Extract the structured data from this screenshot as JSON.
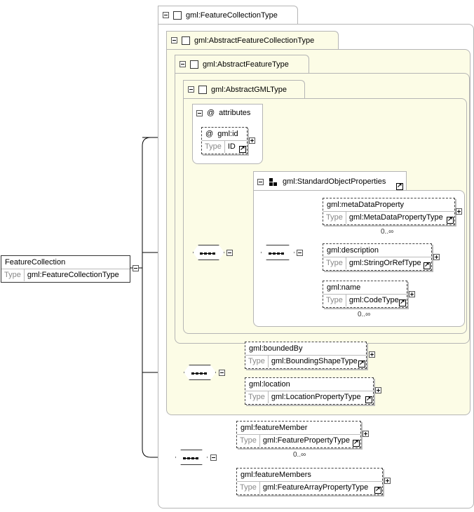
{
  "root": {
    "name": "FeatureCollection",
    "type_label": "Type",
    "type_value": "gml:FeatureCollectionType"
  },
  "types": {
    "feature_collection_type": "gml:FeatureCollectionType",
    "abstract_feature_collection_type": "gml:AbstractFeatureCollectionType",
    "abstract_feature_type": "gml:AbstractFeatureType",
    "abstract_gml_type": "gml:AbstractGMLType"
  },
  "attributes": {
    "label": "attributes",
    "at_symbol": "@",
    "id": {
      "name": "gml:id",
      "type_label": "Type",
      "type_value": "ID"
    }
  },
  "group": {
    "name": "gml:StandardObjectProperties"
  },
  "elements": {
    "meta_data_property": {
      "name": "gml:metaDataProperty",
      "type_label": "Type",
      "type_value": "gml:MetaDataPropertyType",
      "cardinality": "0..∞"
    },
    "description": {
      "name": "gml:description",
      "type_label": "Type",
      "type_value": "gml:StringOrRefType"
    },
    "name": {
      "name": "gml:name",
      "type_label": "Type",
      "type_value": "gml:CodeType",
      "cardinality": "0..∞"
    },
    "bounded_by": {
      "name": "gml:boundedBy",
      "type_label": "Type",
      "type_value": "gml:BoundingShapeType"
    },
    "location": {
      "name": "gml:location",
      "type_label": "Type",
      "type_value": "gml:LocationPropertyType"
    },
    "feature_member": {
      "name": "gml:featureMember",
      "type_label": "Type",
      "type_value": "gml:FeaturePropertyType",
      "cardinality": "0..∞"
    },
    "feature_members": {
      "name": "gml:featureMembers",
      "type_label": "Type",
      "type_value": "gml:FeatureArrayPropertyType"
    }
  },
  "colors": {
    "type_fill": "#fcfce6",
    "border": "#b5b5b5",
    "line": "#000000"
  }
}
